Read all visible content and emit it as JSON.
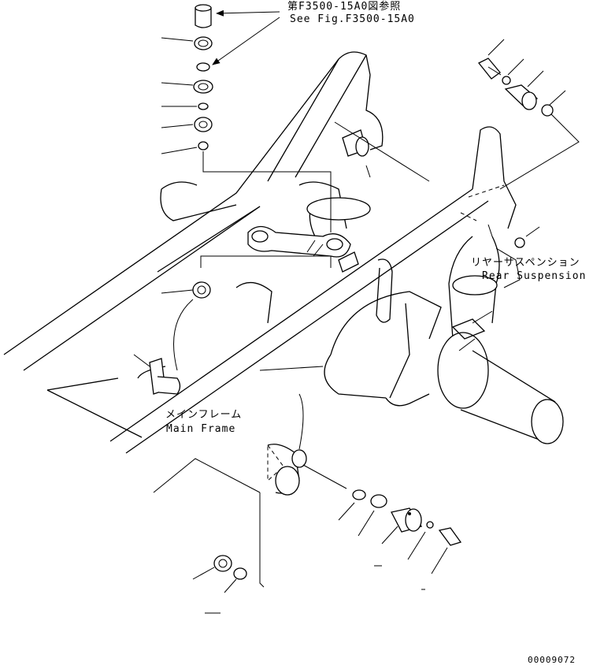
{
  "labels": {
    "ref_jp": "第F3500-15A0図参照",
    "ref_en": "See Fig.F3500-15A0",
    "rear_jp": "リヤーサスペンション",
    "rear_en": "Rear Suspension",
    "main_jp": "メインフレーム",
    "main_en": "Main Frame",
    "drawing_no": "00009072"
  },
  "icons": [
    "arrow-head-icon"
  ]
}
